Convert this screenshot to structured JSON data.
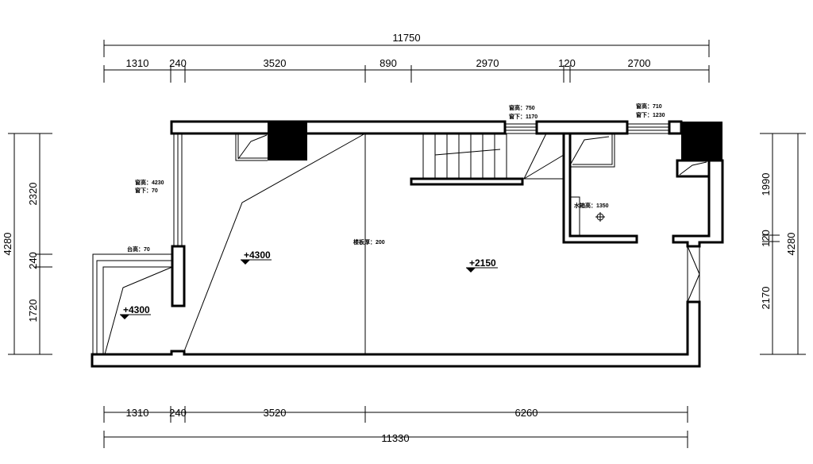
{
  "dimensions": {
    "top_total": "11750",
    "top_segments": [
      "1310",
      "240",
      "3520",
      "890",
      "2970",
      "120",
      "2700"
    ],
    "bottom_segments": [
      "1310",
      "240",
      "3520",
      "6260"
    ],
    "bottom_total": "11330",
    "left_total": "4280",
    "left_segments": [
      "2320",
      "240",
      "1720"
    ],
    "right_total": "4280",
    "right_segments": [
      "1990",
      "120",
      "2170"
    ]
  },
  "notes": {
    "window1_height": "窗高：750",
    "window1_sill": "窗下：1170",
    "window2_height": "窗高：710",
    "window2_sill": "窗下：1230",
    "window3_height": "窗高：4230",
    "window3_sill": "窗下：70",
    "ledge": "台高：70",
    "slab": "楼板厚：200",
    "tank": "水箱高：1350"
  },
  "levels": [
    "+4300",
    "+4300",
    "+2150"
  ]
}
